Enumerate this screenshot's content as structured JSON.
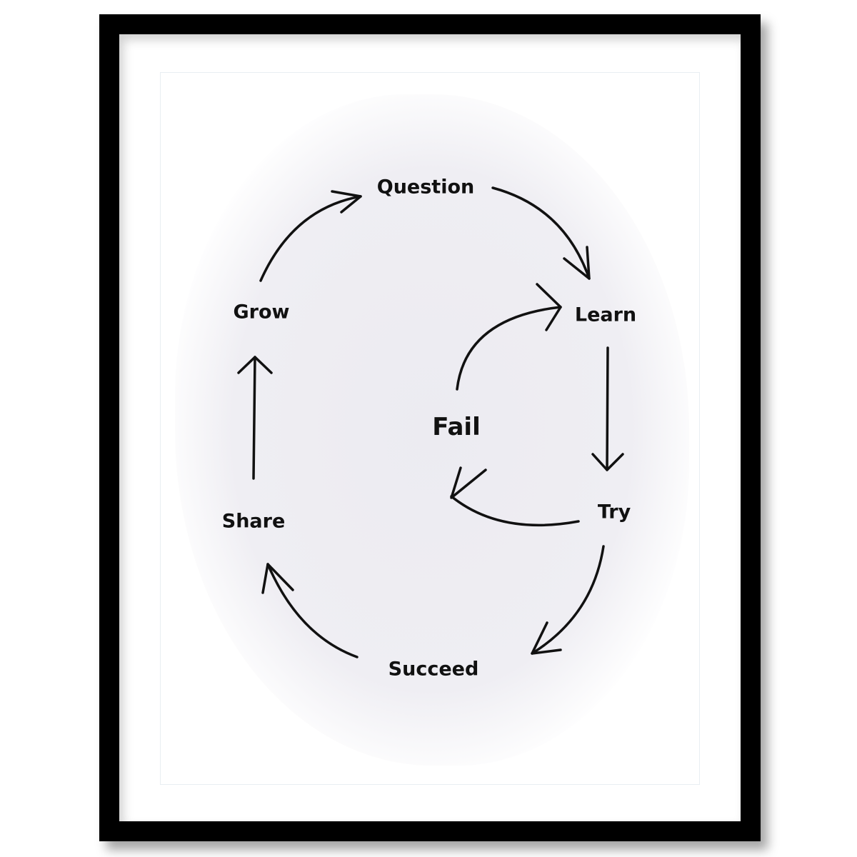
{
  "diagram": {
    "nodes": {
      "question": "Question",
      "learn": "Learn",
      "try": "Try",
      "fail": "Fail",
      "succeed": "Succeed",
      "share": "Share",
      "grow": "Grow"
    },
    "edges": [
      {
        "from": "Grow",
        "to": "Question"
      },
      {
        "from": "Question",
        "to": "Learn"
      },
      {
        "from": "Learn",
        "to": "Try"
      },
      {
        "from": "Try",
        "to": "Fail"
      },
      {
        "from": "Fail",
        "to": "Learn"
      },
      {
        "from": "Try",
        "to": "Succeed"
      },
      {
        "from": "Succeed",
        "to": "Share"
      },
      {
        "from": "Share",
        "to": "Grow"
      }
    ]
  }
}
